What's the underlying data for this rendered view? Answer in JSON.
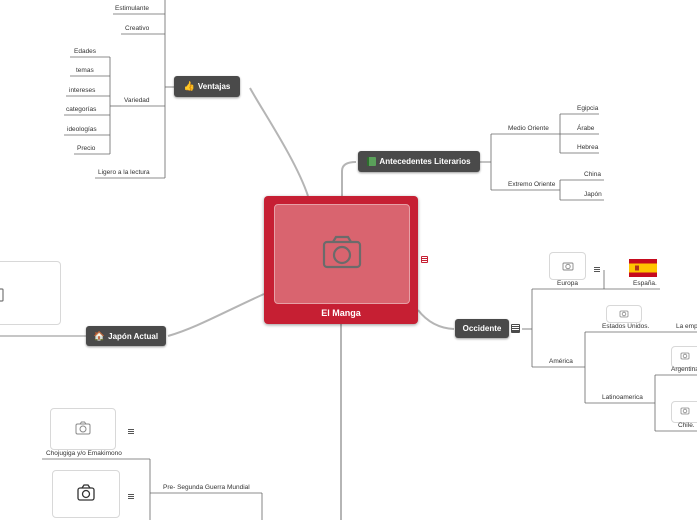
{
  "central": {
    "title": "El Manga"
  },
  "main_topics": {
    "ventajas": {
      "label": "Ventajas",
      "icon": "thumbs-up-icon"
    },
    "antecedentes": {
      "label": "Antecedentes Literarios",
      "icon": "book-icon"
    },
    "occidente": {
      "label": "Occidente"
    },
    "japon_actual": {
      "label": "Japón Actual",
      "icon": "house-icon"
    }
  },
  "ventajas_items": {
    "estimulante": "Estimulante",
    "creativo": "Creativo",
    "variedad": "Variedad",
    "ligero": "Ligero a la lectura"
  },
  "variedad_items": [
    "Edades",
    "temas",
    "intereses",
    "categorías",
    "ideologías",
    "Precio"
  ],
  "antecedentes_items": {
    "medio_oriente": "Medio Oriente",
    "medio_oriente_children": [
      "Egipcia",
      "Árabe",
      "Hebrea"
    ],
    "extremo_oriente": "Extremo Oriente",
    "extremo_oriente_children": [
      "China",
      "Japón"
    ]
  },
  "occidente_items": {
    "europa": "Europa",
    "espana": "España.",
    "america": "América",
    "estados_unidos": "Estados Unidos.",
    "la_emp": "La emp",
    "latinoamerica": "Latinoamerica",
    "argentina": "Argentina",
    "chile": "Chile."
  },
  "lower_items": {
    "chojugiga": "Chojugiga y/o Emakimono",
    "pre_segunda": "Pre- Segunda Guerra Mundial"
  },
  "colors": {
    "central": "#c61f33",
    "topic": "#4a4a4a",
    "notes_red": "#c61f33",
    "flag_red": "#c60b1e",
    "flag_yellow": "#ffc400"
  }
}
